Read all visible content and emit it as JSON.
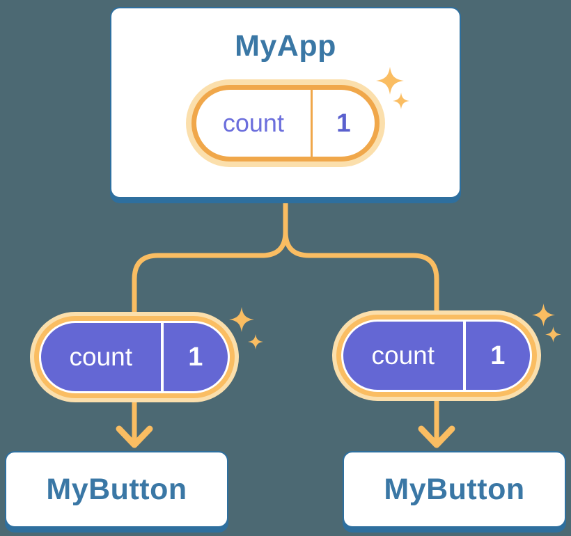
{
  "palette": {
    "background": "#4C6973",
    "card_fill": "#FFFFFF",
    "card_border": "#2E6F9E",
    "title_text": "#3A77A5",
    "orange": "#FABD62",
    "orange_deep": "#F0A74A",
    "halo_cream": "#FBDFAC",
    "purple_fill": "#6467D4",
    "purple_name_text": "#6B6EDC",
    "purple_value_text": "#5A60CE",
    "pill_text_on_purple": "#FFFFFF"
  },
  "root": {
    "title": "MyApp",
    "state": {
      "name": "count",
      "value": "1"
    }
  },
  "children": [
    {
      "title": "MyButton",
      "state": {
        "name": "count",
        "value": "1"
      }
    },
    {
      "title": "MyButton",
      "state": {
        "name": "count",
        "value": "1"
      }
    }
  ]
}
